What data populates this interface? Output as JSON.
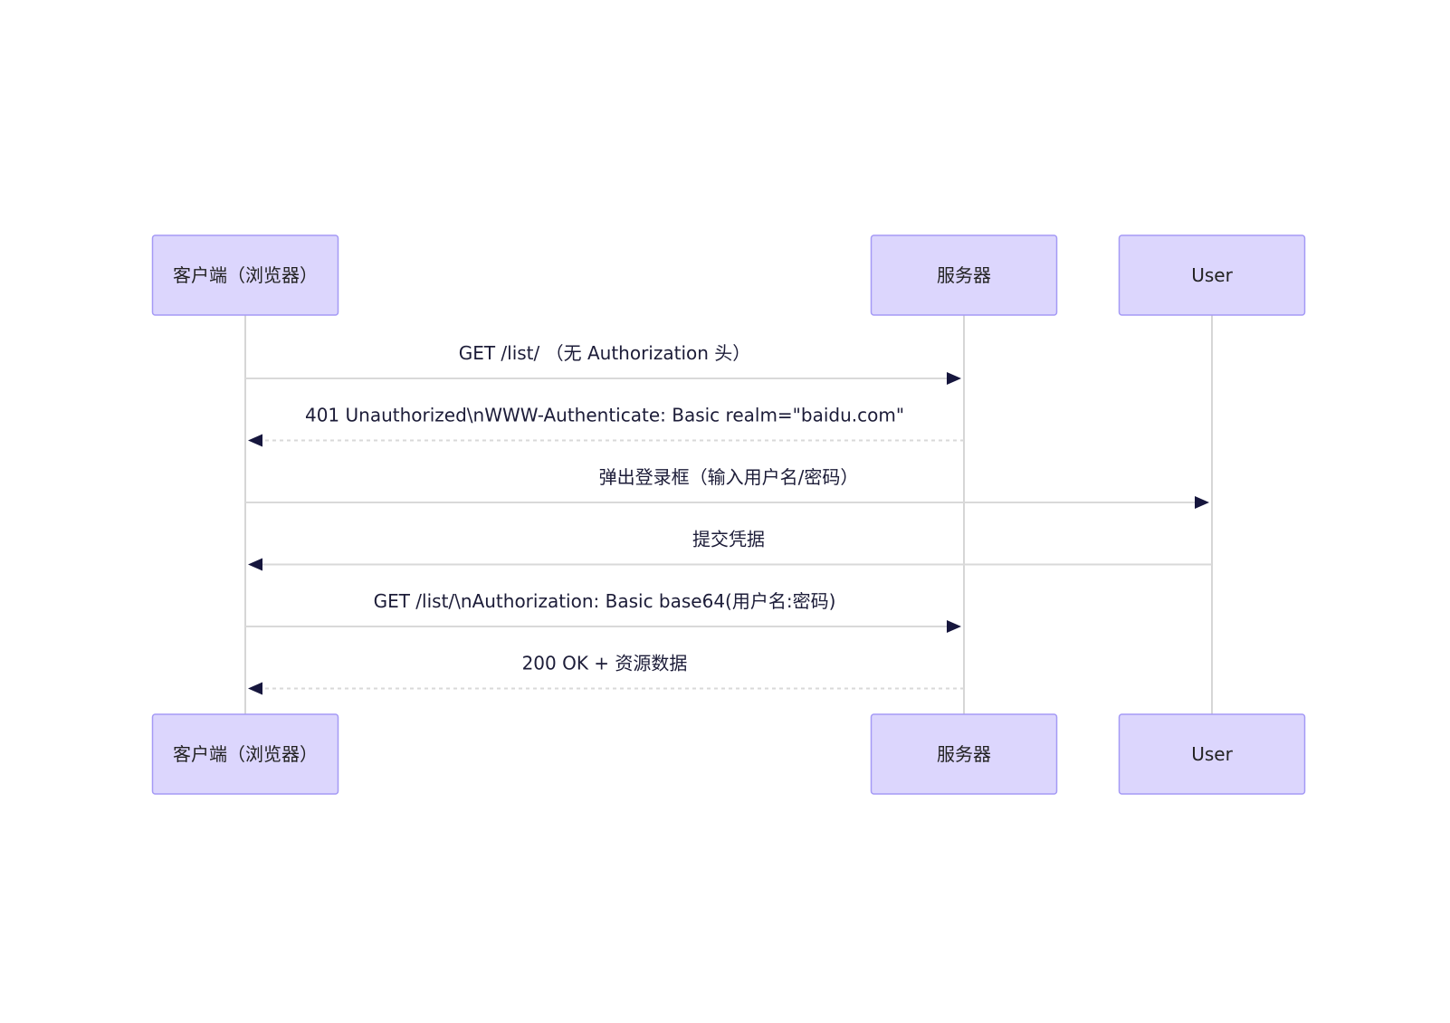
{
  "participants": [
    {
      "id": "client",
      "label": "客户端（浏览器）"
    },
    {
      "id": "server",
      "label": "服务器"
    },
    {
      "id": "user",
      "label": "User"
    }
  ],
  "messages": [
    {
      "from": "client",
      "to": "server",
      "style": "solid",
      "label": "GET /list/ （无 Authorization 头）"
    },
    {
      "from": "server",
      "to": "client",
      "style": "dashed",
      "label": "401 Unauthorized\\nWWW-Authenticate: Basic realm=\"baidu.com\""
    },
    {
      "from": "client",
      "to": "user",
      "style": "solid",
      "label": "弹出登录框（输入用户名/密码）"
    },
    {
      "from": "user",
      "to": "client",
      "style": "solid",
      "label": "提交凭据"
    },
    {
      "from": "client",
      "to": "server",
      "style": "solid",
      "label": "GET /list/\\nAuthorization: Basic base64(用户名:密码)"
    },
    {
      "from": "server",
      "to": "client",
      "style": "dashed",
      "label": "200 OK + 资源数据"
    }
  ]
}
